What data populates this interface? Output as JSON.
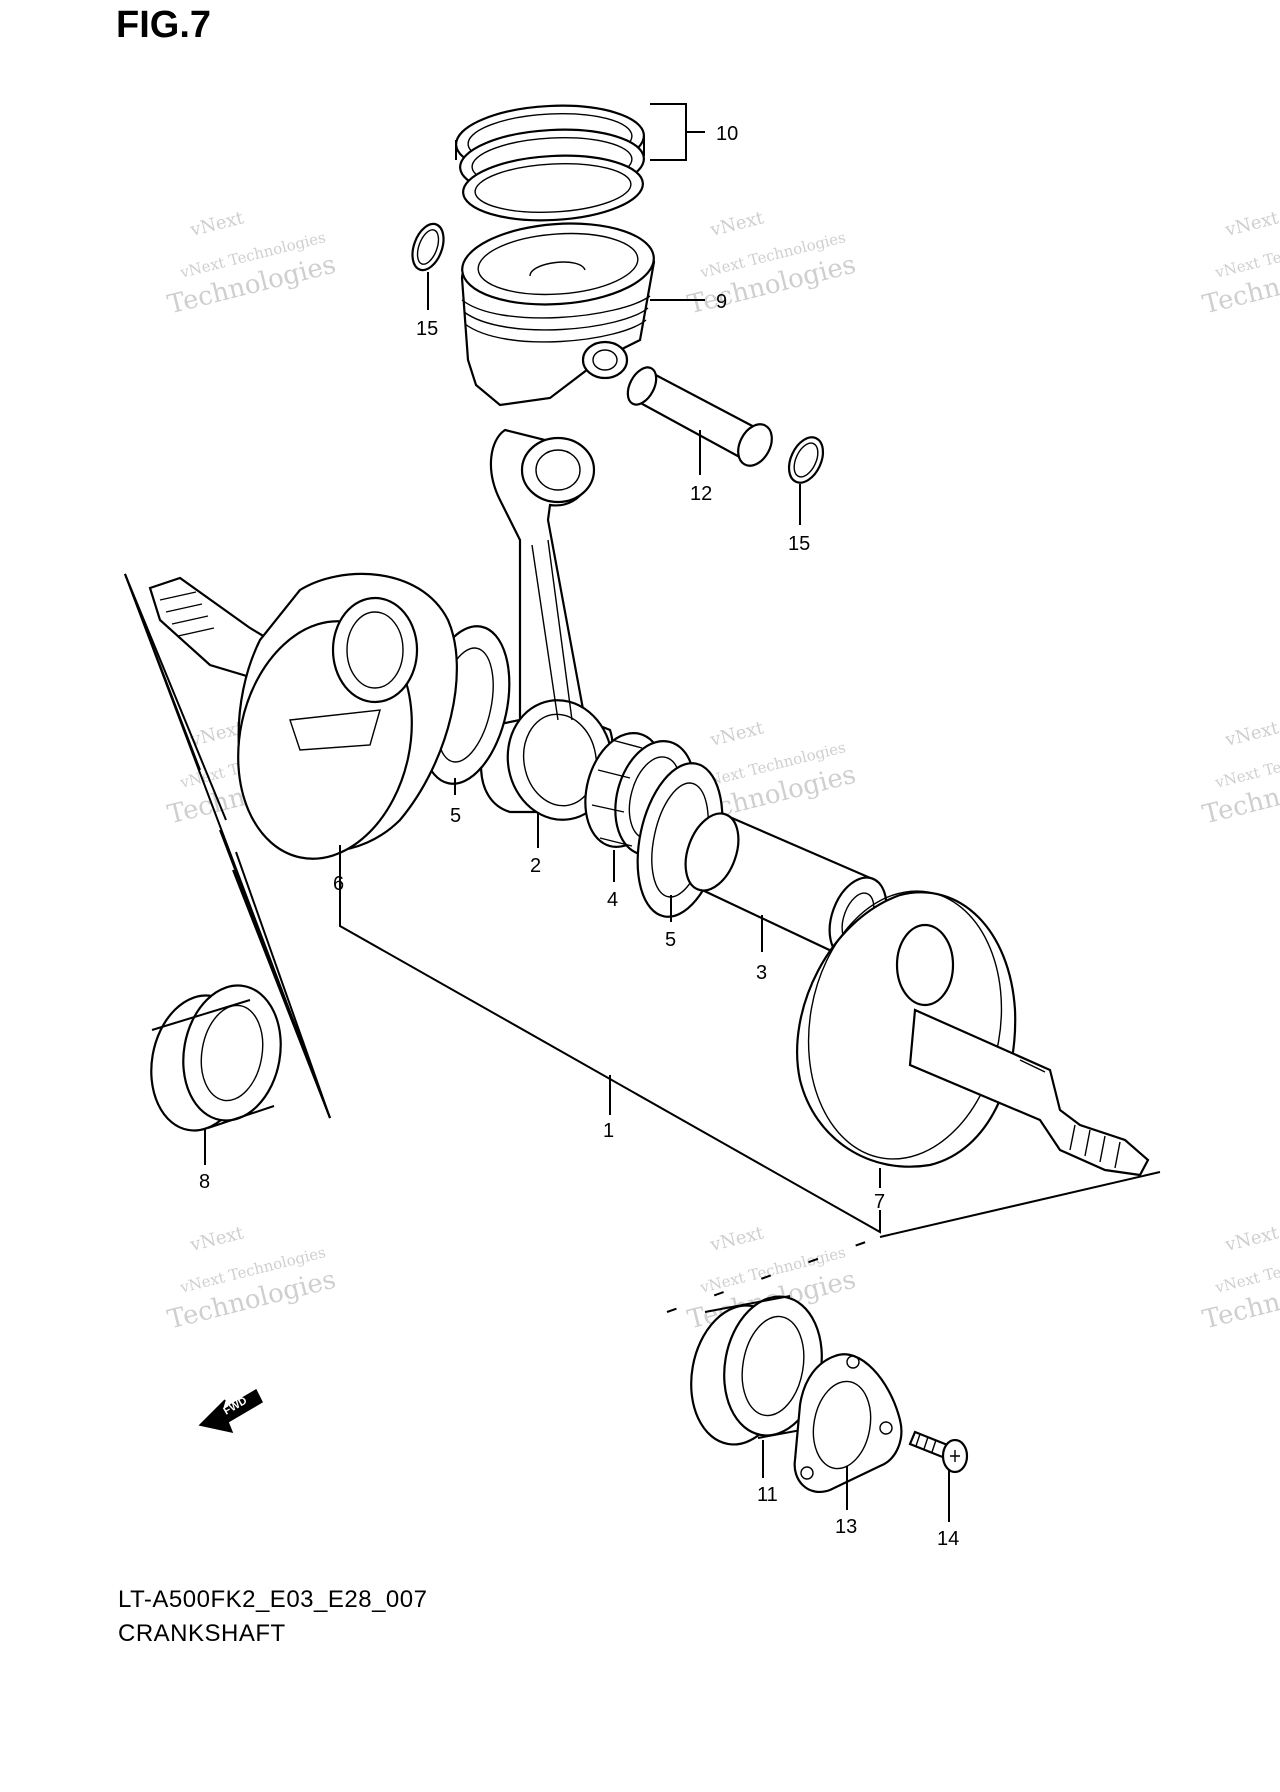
{
  "figure": {
    "title": "FIG.7",
    "model_line": "LT-A500FK2_E03_E28_007",
    "name": "CRANKSHAFT"
  },
  "callouts": [
    "1",
    "2",
    "3",
    "4",
    "5",
    "5",
    "6",
    "7",
    "8",
    "9",
    "10",
    "11",
    "12",
    "13",
    "14",
    "15",
    "15"
  ],
  "watermark": {
    "line1": "vNext Technologies",
    "line2": "Technologies",
    "line3": "vNext"
  },
  "fwd_label": "FWD"
}
